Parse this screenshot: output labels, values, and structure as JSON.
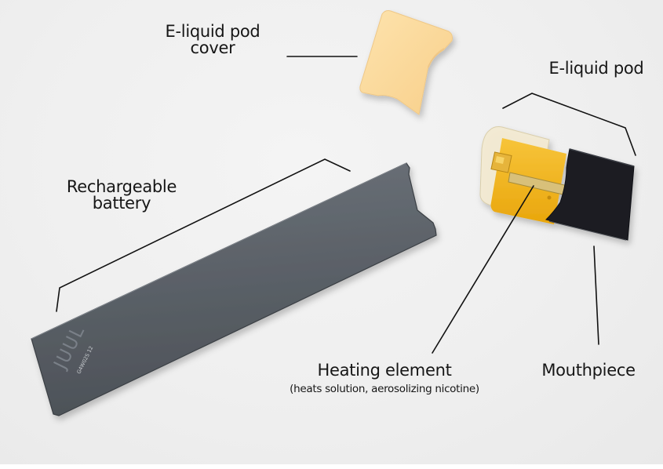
{
  "labels": {
    "pod_cover": [
      "E-liquid pod",
      "cover"
    ],
    "pod": "E-liquid pod",
    "battery": [
      "Rechargeable",
      "battery"
    ],
    "heating_element": "Heating element",
    "heating_element_note": "(heats solution, aerosolizing nicotine)",
    "mouthpiece": "Mouthpiece"
  },
  "device_engraving": {
    "brand": "JUUL",
    "serial": "G4W02S 12"
  },
  "colors": {
    "background": "#efefef",
    "battery": "#5a6068",
    "pod_cover": "#fbd79a",
    "pod_liquid": "#f2b315",
    "mouthpiece": "#1c1e22",
    "leader_lines": "#111111"
  }
}
